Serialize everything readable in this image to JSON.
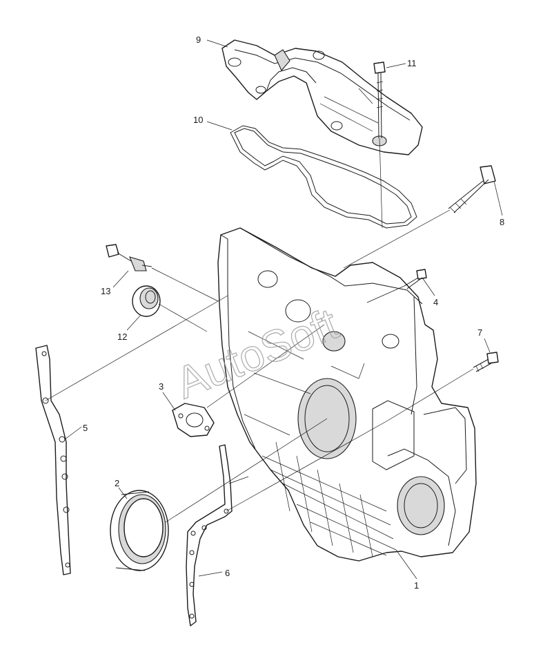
{
  "callouts": {
    "c1": "1",
    "c2": "2",
    "c3": "3",
    "c4": "4",
    "c5": "5",
    "c6": "6",
    "c7": "7",
    "c8": "8",
    "c9": "9",
    "c10": "10",
    "c11": "11",
    "c12": "12",
    "c13": "13"
  },
  "watermark": "AutoSoft",
  "colors": {
    "line": "#1a1a1a",
    "paper": "#ffffff",
    "shade": "#d9d9d9",
    "watermark": "#9a9a9a"
  }
}
